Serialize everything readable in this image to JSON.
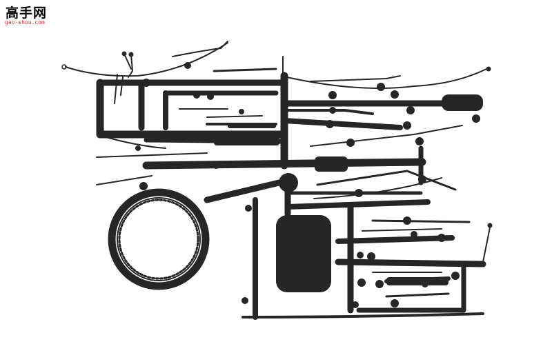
{
  "image": {
    "subject": "plastic-model-sprue",
    "background_color": "#ffffff",
    "part_color": "#262626"
  },
  "watermark": {
    "site_name": "高手网",
    "site_url": "gao-shou.com"
  }
}
